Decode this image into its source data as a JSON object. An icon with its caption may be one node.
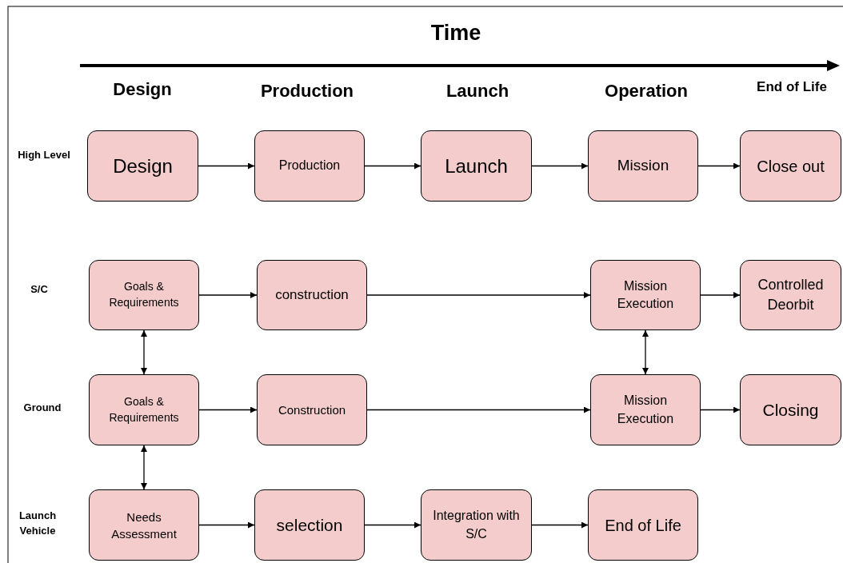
{
  "diagram": {
    "title": "Time",
    "nodes": [
      {
        "text": [
          "Design"
        ]
      },
      {
        "text": [
          "Production"
        ]
      },
      {
        "text": [
          "Launch"
        ]
      },
      {
        "text": [
          "Mission"
        ]
      },
      {
        "text": [
          "Close out"
        ]
      },
      {
        "text": [
          "Goals & Requirements"
        ]
      },
      {
        "text": [
          "construction"
        ]
      },
      {
        "text": [
          "Mission Execution"
        ]
      },
      {
        "text": [
          "Controlled Deorbit"
        ]
      },
      {
        "text": [
          "Goals & Requirements"
        ]
      },
      {
        "text": [
          "Construction"
        ]
      },
      {
        "text": [
          "Mission Execution"
        ]
      },
      {
        "text": [
          "Closing"
        ]
      },
      {
        "text": [
          "Needs Assessment"
        ]
      },
      {
        "text": [
          "selection"
        ]
      },
      {
        "text": [
          "Integration with S/C"
        ]
      },
      {
        "text": [
          "End of Life"
        ]
      }
    ],
    "edges": [
      {
        "from": 0,
        "to": 1,
        "arrow": "to"
      },
      {
        "from": 1,
        "to": 2,
        "arrow": "to"
      },
      {
        "from": 2,
        "to": 3,
        "arrow": "to"
      },
      {
        "from": 3,
        "to": 4,
        "arrow": "to"
      },
      {
        "from": 5,
        "to": 6,
        "arrow": "to"
      },
      {
        "from": 6,
        "to": 7,
        "arrow": "to"
      },
      {
        "from": 7,
        "to": 8,
        "arrow": "to"
      },
      {
        "from": 5,
        "to": 9,
        "arrow": "both"
      },
      {
        "from": 7,
        "to": 11,
        "arrow": "both"
      },
      {
        "from": 9,
        "to": 10,
        "arrow": "to"
      },
      {
        "from": 10,
        "to": 11,
        "arrow": "to"
      },
      {
        "from": 11,
        "to": 12,
        "arrow": "to"
      },
      {
        "from": 9,
        "to": 13,
        "arrow": "both"
      },
      {
        "from": 13,
        "to": 14,
        "arrow": "to"
      },
      {
        "from": 14,
        "to": 15,
        "arrow": "to"
      },
      {
        "from": 15,
        "to": 16,
        "arrow": "to"
      }
    ],
    "labels": [
      "Design",
      "Production",
      "Launch",
      "Operation",
      "End of Life",
      "High Level",
      "S/C",
      "Ground",
      "Launch Vehicle"
    ]
  }
}
